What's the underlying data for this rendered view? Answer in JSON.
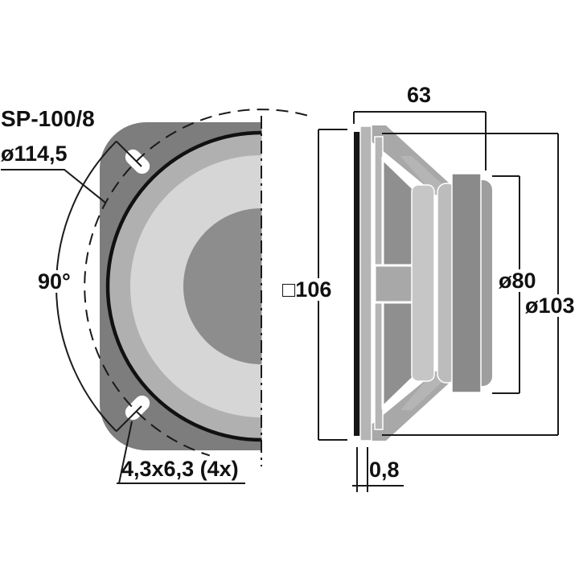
{
  "title": "SP-100/8",
  "front_view": {
    "bolt_circle_dim": "ø114,5",
    "hole_angle_dim": "90°",
    "hole_slot_dim": "4,3x6,3 (4x)"
  },
  "side_view": {
    "depth_dim": "63",
    "frame_square_dim": "□106",
    "magnet_dim": "ø80",
    "basket_dim": "ø103",
    "gasket_dim": "0,8"
  },
  "colors": {
    "line": "#1a1a1a",
    "frame": "#7d7d7d",
    "surround": "#b0b0b0",
    "cone": "#d6d6d6",
    "dust_cap": "#8d8d8d",
    "gasket": "#161616",
    "flange": "#b5b5b5",
    "basket": "#a8a8a8",
    "cone_section": "#8f8f8f",
    "former": "#c6c6c6",
    "spider": "#bcbcbc",
    "rear_plate": "#9e9e9e",
    "magnet": "#8a8a8a"
  }
}
